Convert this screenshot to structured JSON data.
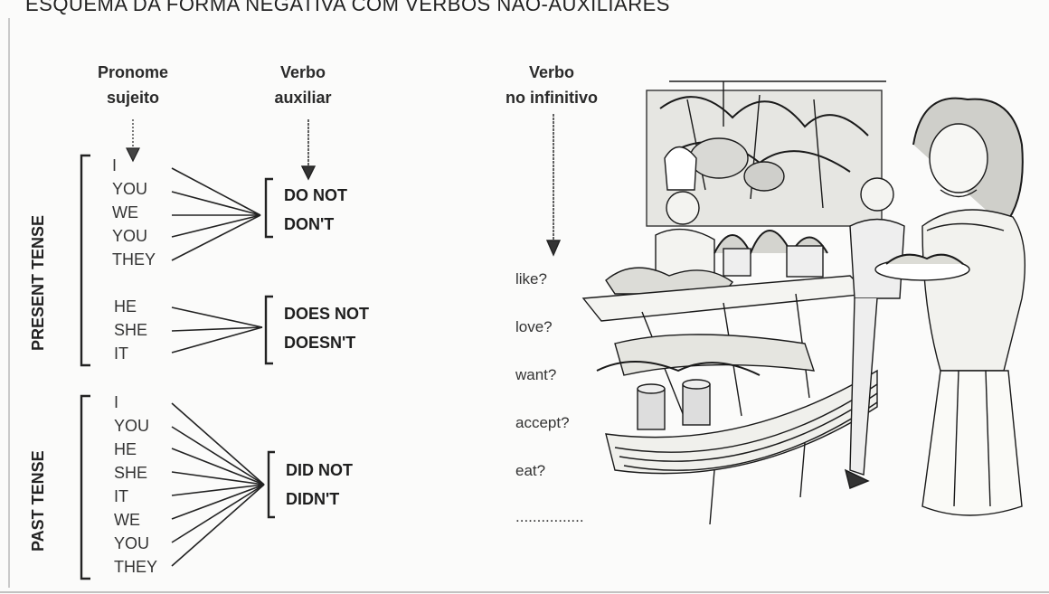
{
  "title": "ESQUEMA DA FORMA NEGATIVA COM VERBOS NÃO-AUXILIARES",
  "headers": {
    "pronoun": [
      "Pronome",
      "sujeito"
    ],
    "auxiliary": [
      "Verbo",
      "auxiliar"
    ],
    "infinitive": [
      "Verbo",
      "no infinitivo"
    ]
  },
  "present_tense": {
    "label": "PRESENT TENSE",
    "group1": {
      "pronouns": [
        "I",
        "YOU",
        "WE",
        "YOU",
        "THEY"
      ],
      "aux": [
        "DO NOT",
        "DON'T"
      ]
    },
    "group2": {
      "pronouns": [
        "HE",
        "SHE",
        "IT"
      ],
      "aux": [
        "DOES NOT",
        "DOESN'T"
      ]
    }
  },
  "past_tense": {
    "label": "PAST TENSE",
    "pronouns": [
      "I",
      "YOU",
      "HE",
      "SHE",
      "IT",
      "WE",
      "YOU",
      "THEY"
    ],
    "aux": [
      "DID NOT",
      "DIDN'T"
    ]
  },
  "verbs": [
    "like?",
    "love?",
    "want?",
    "accept?",
    "eat?",
    "................"
  ],
  "illustration": "restaurant-buffet-illustration",
  "colors": {
    "ink": "#1d1d1d",
    "paper": "#fbfbfa"
  }
}
